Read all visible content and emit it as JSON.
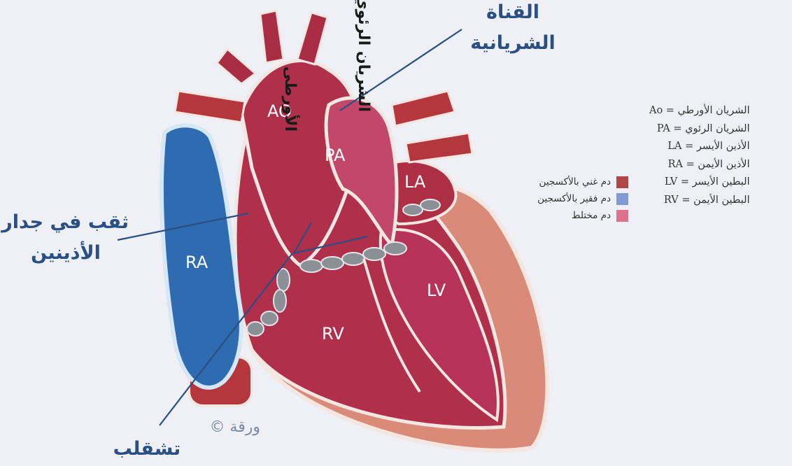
{
  "labels": {
    "ductus": [
      "القناة",
      "الشريانية"
    ],
    "asd": [
      "ثقب في جدار",
      "الأذينين"
    ],
    "coarctation": "تشقلب",
    "aorta_vertical": "الأورطى",
    "pulmonary_vertical": "الشريان الرئوي"
  },
  "chambers": {
    "ao": "AO",
    "pa": "PA",
    "la": "LA",
    "ra": "RA",
    "lv": "LV",
    "rv": "RV"
  },
  "legend": [
    {
      "label": "دم غني بالأكسجين",
      "color": "#b24545"
    },
    {
      "label": "دم فقير بالأكسجين",
      "color": "#7f9ad6"
    },
    {
      "label": "دم مختلط",
      "color": "#e06f8c"
    }
  ],
  "abbreviations": [
    {
      "code": "Ao",
      "text": "الشريان الأورطي"
    },
    {
      "code": "PA",
      "text": "الشريان الرئوي"
    },
    {
      "code": "LA",
      "text": "الأذين الأيسر"
    },
    {
      "code": "RA",
      "text": "الأذين الأيمن"
    },
    {
      "code": "LV",
      "text": "البطين الأيسر"
    },
    {
      "code": "RV",
      "text": "البطين الأيمن"
    }
  ],
  "watermark": "ورقة ©",
  "colors": {
    "callout_text": "#2a4f84",
    "muscle": "#b02f4a",
    "deoxygenated": "#2f6bb0",
    "mixed": "#c2476a",
    "wall": "#d98a78"
  }
}
